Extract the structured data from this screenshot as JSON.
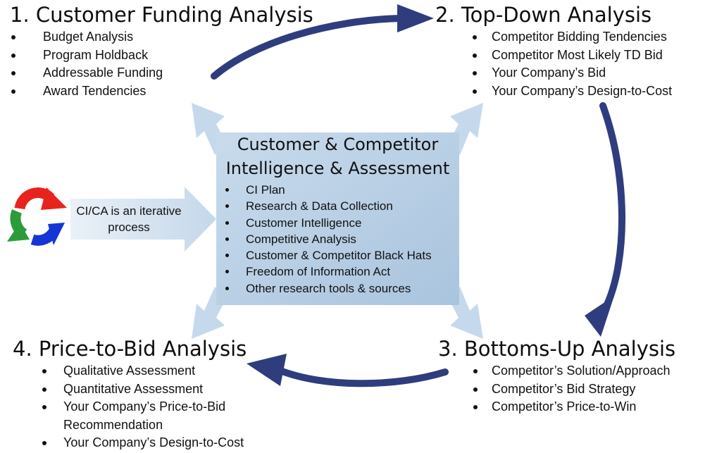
{
  "quadrants": {
    "q1": {
      "title": "1.  Customer Funding Analysis",
      "items": [
        "Budget Analysis",
        "Program Holdback",
        "Addressable Funding",
        "Award Tendencies"
      ]
    },
    "q2": {
      "title": "2.  Top-Down Analysis",
      "items": [
        "Competitor Bidding Tendencies",
        "Competitor Most Likely TD Bid",
        "Your Company’s Bid",
        "Your Company’s Design-to-Cost"
      ]
    },
    "q3": {
      "title": "3.  Bottoms-Up Analysis",
      "items": [
        "Competitor’s Solution/Approach",
        "Competitor’s Bid Strategy",
        "Competitor’s Price-to-Win"
      ]
    },
    "q4": {
      "title": "4.  Price-to-Bid Analysis",
      "items": [
        "Qualitative Assessment",
        "Quantitative Assessment",
        "Your Company’s Price-to-Bid Recommendation",
        "Your Company’s Design-to-Cost"
      ]
    }
  },
  "center": {
    "title_line1": "Customer & Competitor",
    "title_line2": "Intelligence & Assessment",
    "items": [
      "CI Plan",
      "Research & Data Collection",
      "Customer Intelligence",
      "Competitive Analysis",
      "Customer & Competitor Black Hats",
      "Freedom of Information Act",
      "Other research tools & sources"
    ]
  },
  "iteration": {
    "label": "CI/CA is an iterative process",
    "cycle_icon": "recycle-icon"
  },
  "colors": {
    "center_box": "#b4cde3",
    "light_arrow": "#c6d9ec",
    "flow_arrow": "#2f3d7e",
    "cycle_red": "#e8231e",
    "cycle_green": "#2c9c3a",
    "cycle_blue": "#1535d6"
  }
}
